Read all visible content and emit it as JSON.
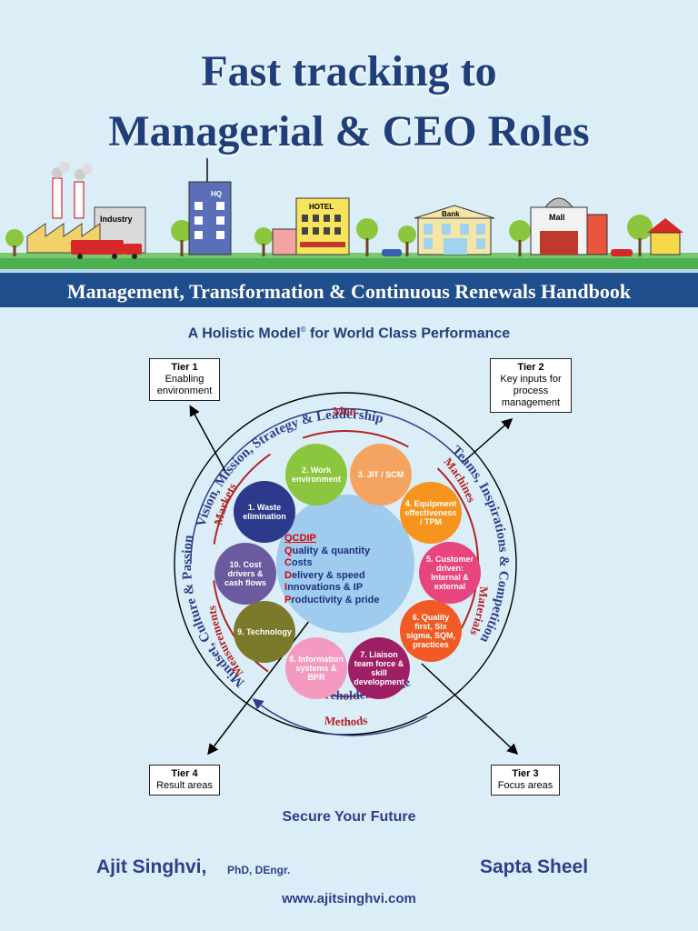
{
  "title_line1": "Fast tracking to",
  "title_line2": "Managerial & CEO Roles",
  "building_labels": {
    "industry": "Industry",
    "hq": "HQ",
    "hotel": "HOTEL",
    "bank": "Bank",
    "mall": "Mall"
  },
  "banner": "Management, Transformation & Continuous Renewals Handbook",
  "subtitle_prefix": "A Holistic Model",
  "subtitle_mark": "©",
  "subtitle_suffix": " for World Class Performance",
  "tiers": [
    {
      "name": "Tier 1",
      "desc": "Enabling environment"
    },
    {
      "name": "Tier 2",
      "desc": "Key inputs for process management"
    },
    {
      "name": "Tier 3",
      "desc": "Focus areas"
    },
    {
      "name": "Tier 4",
      "desc": "Result areas"
    }
  ],
  "outer_ring": {
    "top": "Vision, Mission, Strategy & Leadership",
    "right": "Teams, Inspirations & Competition",
    "bottom": "Shareholder's Value",
    "left": "Mindset, Culture & Passion"
  },
  "inner_ring": {
    "top": "Men",
    "right_upper": "Machines",
    "right_lower": "Materials",
    "bottom": "Methods",
    "left_lower": "Measurements",
    "left_upper": "Markets"
  },
  "core": {
    "heading": "QCDIP",
    "lines": [
      {
        "initial": "Q",
        "rest": "uality & quantity"
      },
      {
        "initial": "C",
        "rest": "osts"
      },
      {
        "initial": "D",
        "rest": "elivery & speed"
      },
      {
        "initial": "I",
        "rest": "nnovations & IP"
      },
      {
        "initial": "P",
        "rest": "roductivity & pride"
      }
    ]
  },
  "nodes": [
    {
      "label": "1. Waste elimination",
      "color": "#2d3a8c"
    },
    {
      "label": "2. Work environment",
      "color": "#8cc63f"
    },
    {
      "label": "3. JIT / SCM",
      "color": "#f4a460"
    },
    {
      "label": "4. Equipment effectiveness / TPM",
      "color": "#f7941d"
    },
    {
      "label": "5. Customer driven: Internal & external",
      "color": "#e8457f"
    },
    {
      "label": "6. Quality first, Six sigma, SQM, practices",
      "color": "#f15a24"
    },
    {
      "label": "7. Liaison team force & skill development",
      "color": "#9e1f63"
    },
    {
      "label": "8. Information systems & BPR",
      "color": "#f49ac1"
    },
    {
      "label": "9. Technology",
      "color": "#7a7a2a"
    },
    {
      "label": "10. Cost drivers & cash flows",
      "color": "#6b5a9e"
    }
  ],
  "secure": "Secure Your Future",
  "author": "Ajit Singhvi,",
  "author_credentials": "PhD, DEngr.",
  "publisher": "Sapta Sheel",
  "website": "www.ajitsinghvi.com"
}
